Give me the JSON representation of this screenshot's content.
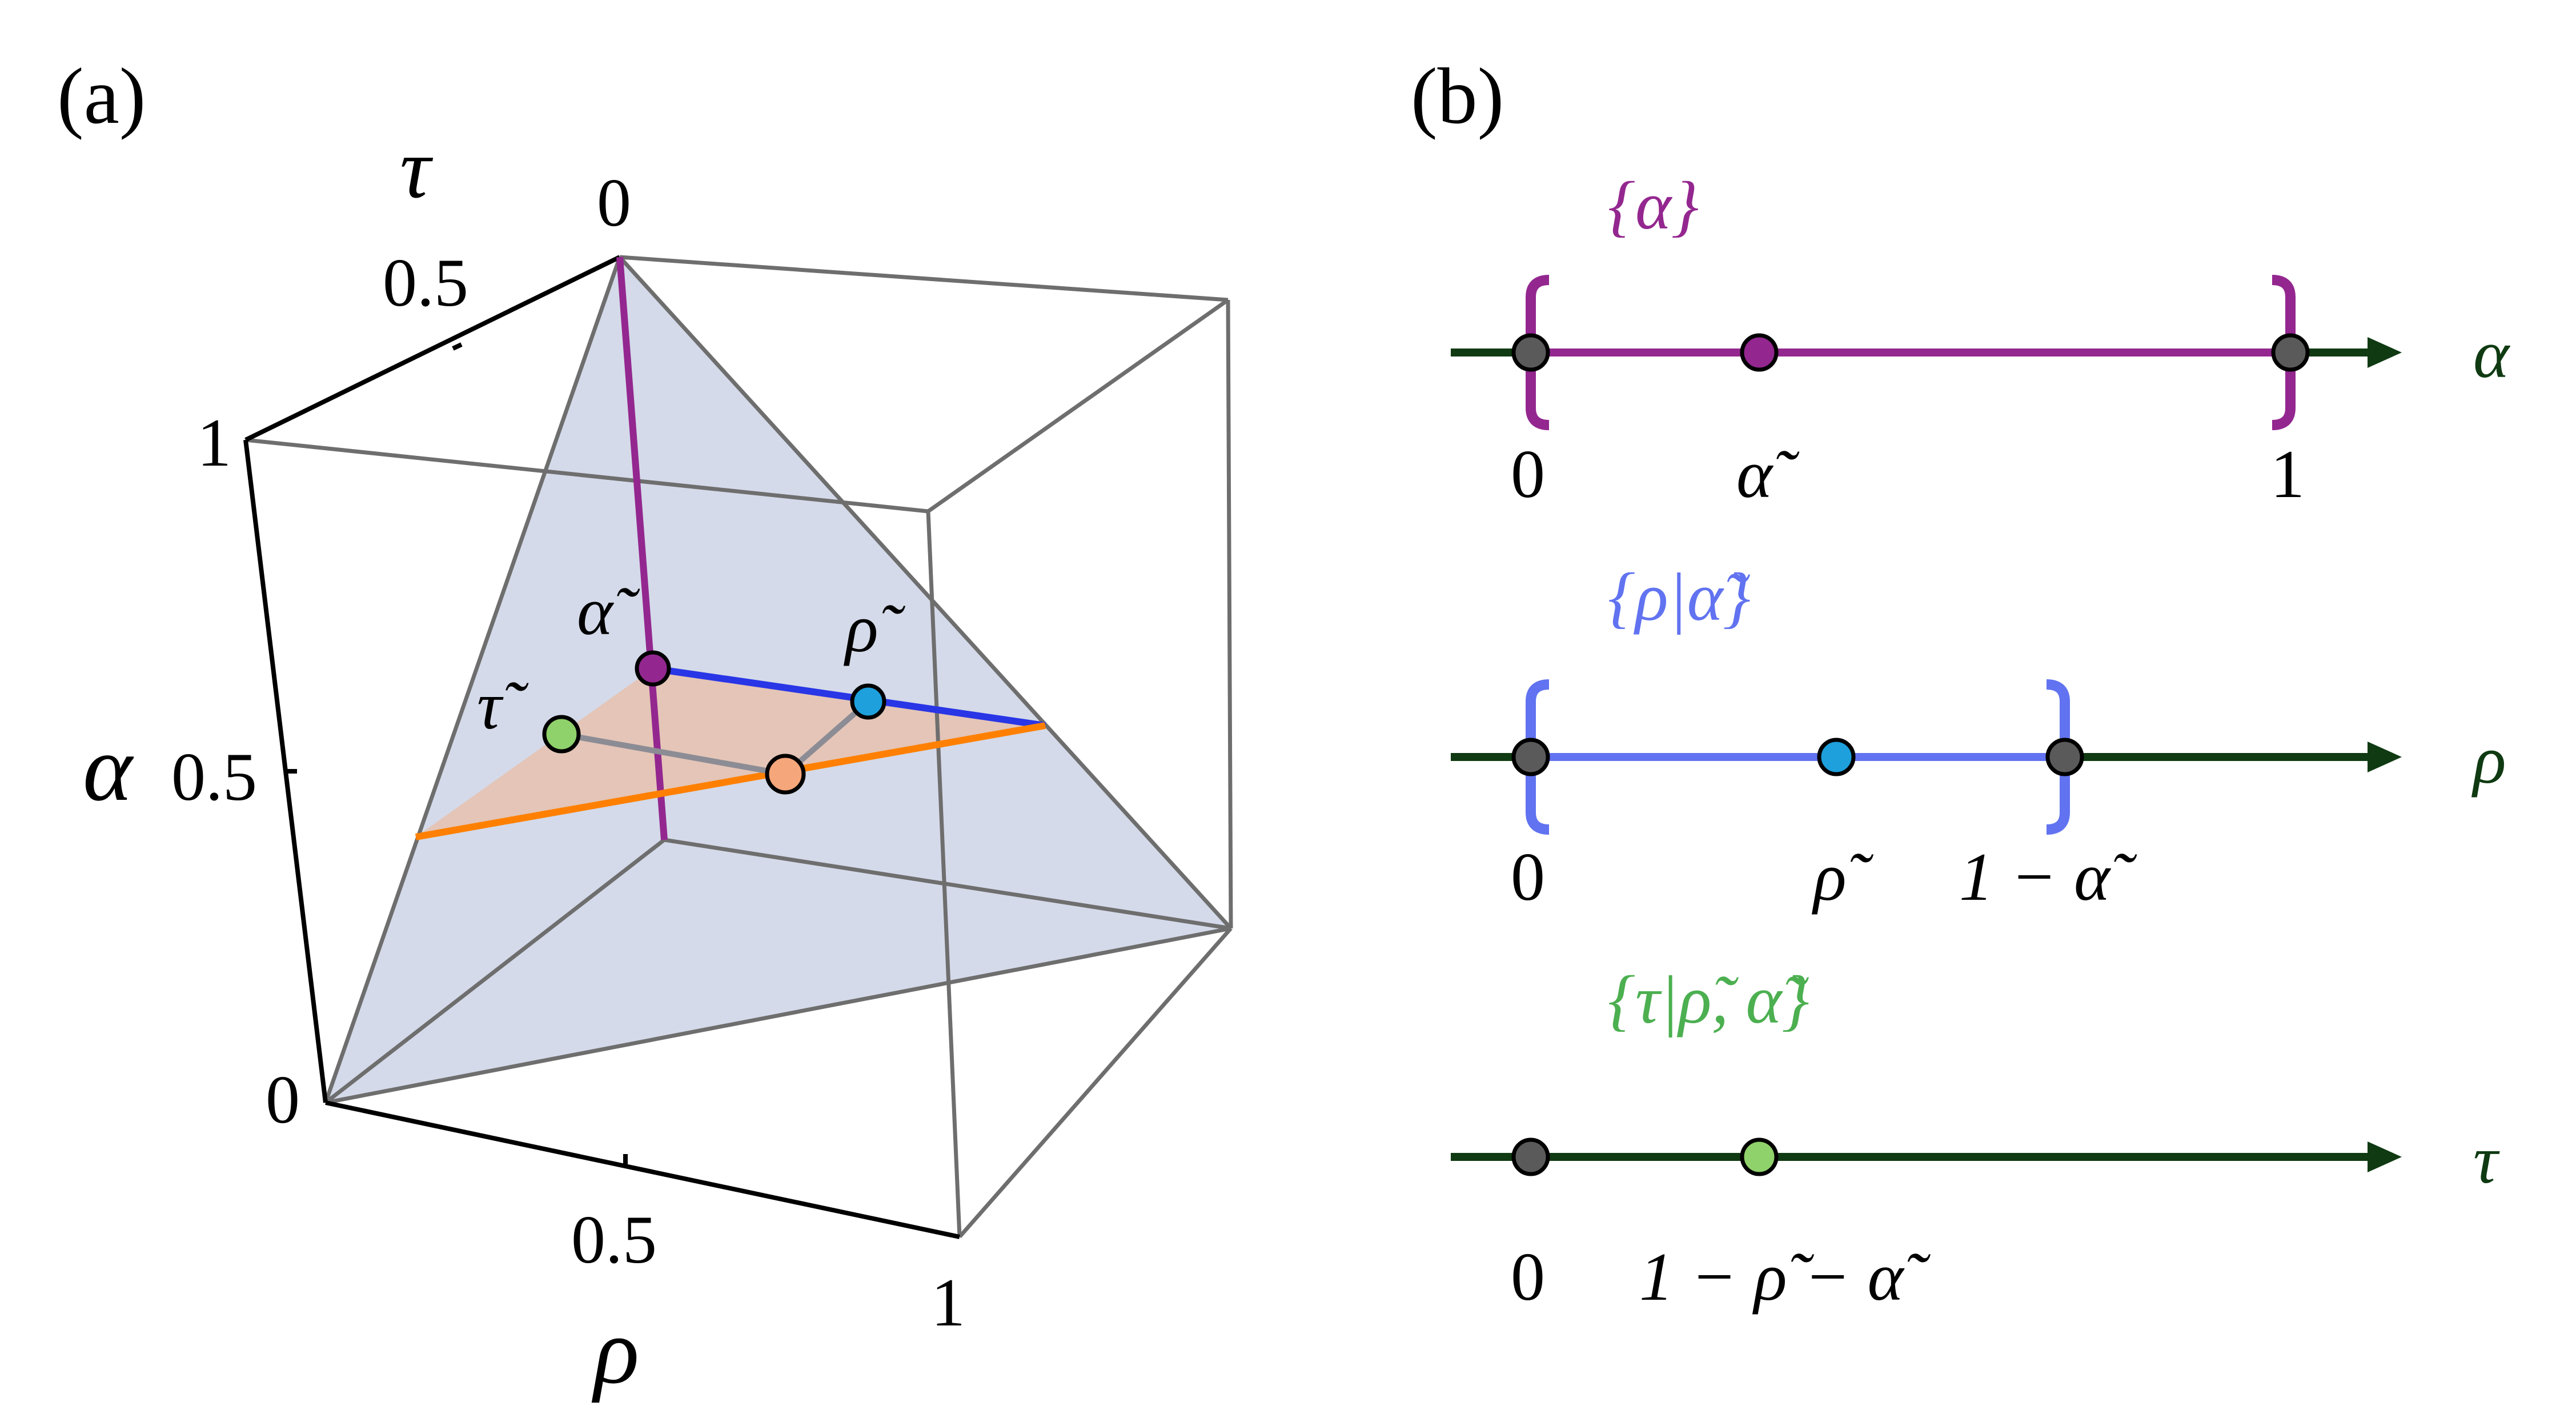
{
  "panel_a": {
    "label": "(a)",
    "axis_tau": "τ",
    "axis_alpha": "α",
    "axis_rho": "ρ",
    "tick_tau_0": "0",
    "tick_tau_half": "0.5",
    "tick_tau_1": "1",
    "tick_alpha_half": "0.5",
    "tick_origin": "0",
    "tick_rho_half": "0.5",
    "tick_rho_1": "1",
    "point_alpha_label": "α̃",
    "point_rho_label": "ρ̃",
    "point_tau_label": "τ̃"
  },
  "panel_b": {
    "label": "(b)",
    "row1": {
      "set_label": "{α}",
      "axis": "α",
      "tick_start": "0",
      "tick_mid": "α̃",
      "tick_end": "1"
    },
    "row2": {
      "set_label": "{ρ|α̃}",
      "axis": "ρ",
      "tick_start": "0",
      "tick_mid": "ρ̃",
      "tick_end": "1 − α̃"
    },
    "row3": {
      "set_label": "{τ|ρ̃, α̃}",
      "axis": "τ",
      "tick_start": "0",
      "tick_mid": "1 − ρ̃ − α̃"
    }
  },
  "colors": {
    "alpha": "#93278f",
    "rho": "#6173f0",
    "tau": "#4caf50",
    "rho_point": "#1ea0dc",
    "tau_point": "#8fd16a",
    "intersect_point": "#f5a67a",
    "orange_line": "#ff8000",
    "blue_line": "#2936e6",
    "axis_dark": "#0f3a12",
    "endpoint": "#5a5a5a",
    "plane": "#c5cde2"
  }
}
